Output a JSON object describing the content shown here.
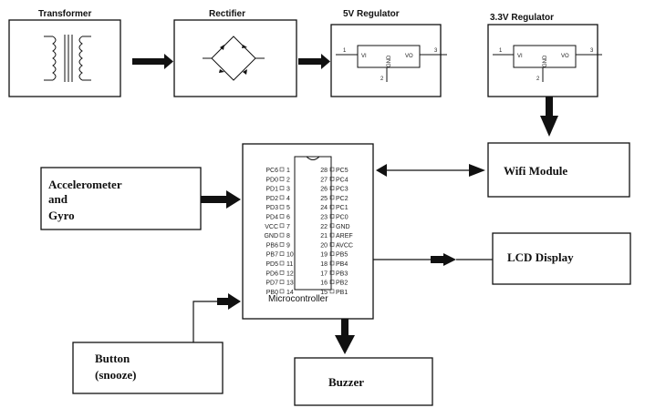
{
  "blocks": {
    "transformer": "Transformer",
    "rectifier": "Rectifier",
    "reg5v": "5V Regulator",
    "reg33v": "3.3V  Regulator",
    "accel_line1": "Accelerometer",
    "accel_line2": "and",
    "accel_line3": "Gyro",
    "wifi": "Wifi  Module",
    "lcd": "LCD Display",
    "button_line1": "Button",
    "button_line2": "(snooze)",
    "buzzer": "Buzzer",
    "micro": "Microcontroller"
  },
  "regulator": {
    "vi": "VI",
    "vo": "VO",
    "gnd": "GND",
    "pin1": "1",
    "pin2": "2",
    "pin3": "3"
  },
  "chip": {
    "left_pins": [
      {
        "name": "PC6",
        "num": "1"
      },
      {
        "name": "PD0",
        "num": "2"
      },
      {
        "name": "PD1",
        "num": "3"
      },
      {
        "name": "PD2",
        "num": "4"
      },
      {
        "name": "PD3",
        "num": "5"
      },
      {
        "name": "PD4",
        "num": "6"
      },
      {
        "name": "VCC",
        "num": "7"
      },
      {
        "name": "GND",
        "num": "8"
      },
      {
        "name": "PB6",
        "num": "9"
      },
      {
        "name": "PB7",
        "num": "10"
      },
      {
        "name": "PD5",
        "num": "11"
      },
      {
        "name": "PD6",
        "num": "12"
      },
      {
        "name": "PD7",
        "num": "13"
      },
      {
        "name": "PB0",
        "num": "14"
      }
    ],
    "right_pins": [
      {
        "name": "PC5",
        "num": "28"
      },
      {
        "name": "PC4",
        "num": "27"
      },
      {
        "name": "PC3",
        "num": "26"
      },
      {
        "name": "PC2",
        "num": "25"
      },
      {
        "name": "PC1",
        "num": "24"
      },
      {
        "name": "PC0",
        "num": "23"
      },
      {
        "name": "GND",
        "num": "22"
      },
      {
        "name": "AREF",
        "num": "21"
      },
      {
        "name": "AVCC",
        "num": "20"
      },
      {
        "name": "PB5",
        "num": "19"
      },
      {
        "name": "PB4",
        "num": "18"
      },
      {
        "name": "PB3",
        "num": "17"
      },
      {
        "name": "PB2",
        "num": "16"
      },
      {
        "name": "PB1",
        "num": "15"
      }
    ]
  }
}
